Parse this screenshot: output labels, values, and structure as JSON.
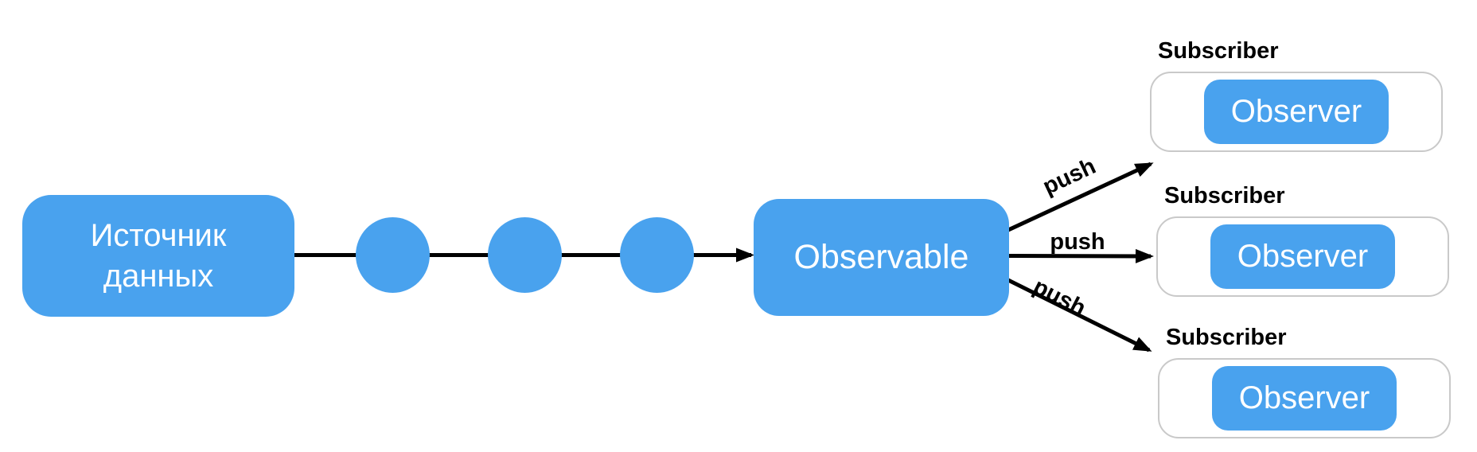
{
  "diagram": {
    "source_box": {
      "lines": [
        "Источник",
        "данных"
      ]
    },
    "event_stream": {
      "item_count": 3
    },
    "observable_box": {
      "label": "Observable"
    },
    "push_arrows": [
      {
        "label": "push",
        "direction": "up-right"
      },
      {
        "label": "push",
        "direction": "right"
      },
      {
        "label": "push",
        "direction": "down-right"
      }
    ],
    "subscribers": [
      {
        "title": "Subscriber",
        "observer_label": "Observer"
      },
      {
        "title": "Subscriber",
        "observer_label": "Observer"
      },
      {
        "title": "Subscriber",
        "observer_label": "Observer"
      }
    ],
    "colors": {
      "accent_blue": "#49A2EE",
      "subscriber_border": "#C9C9C9",
      "arrow_black": "#000000",
      "label_text_black": "#000000",
      "box_text_white": "#FFFFFF",
      "background": "#FFFFFF"
    }
  }
}
